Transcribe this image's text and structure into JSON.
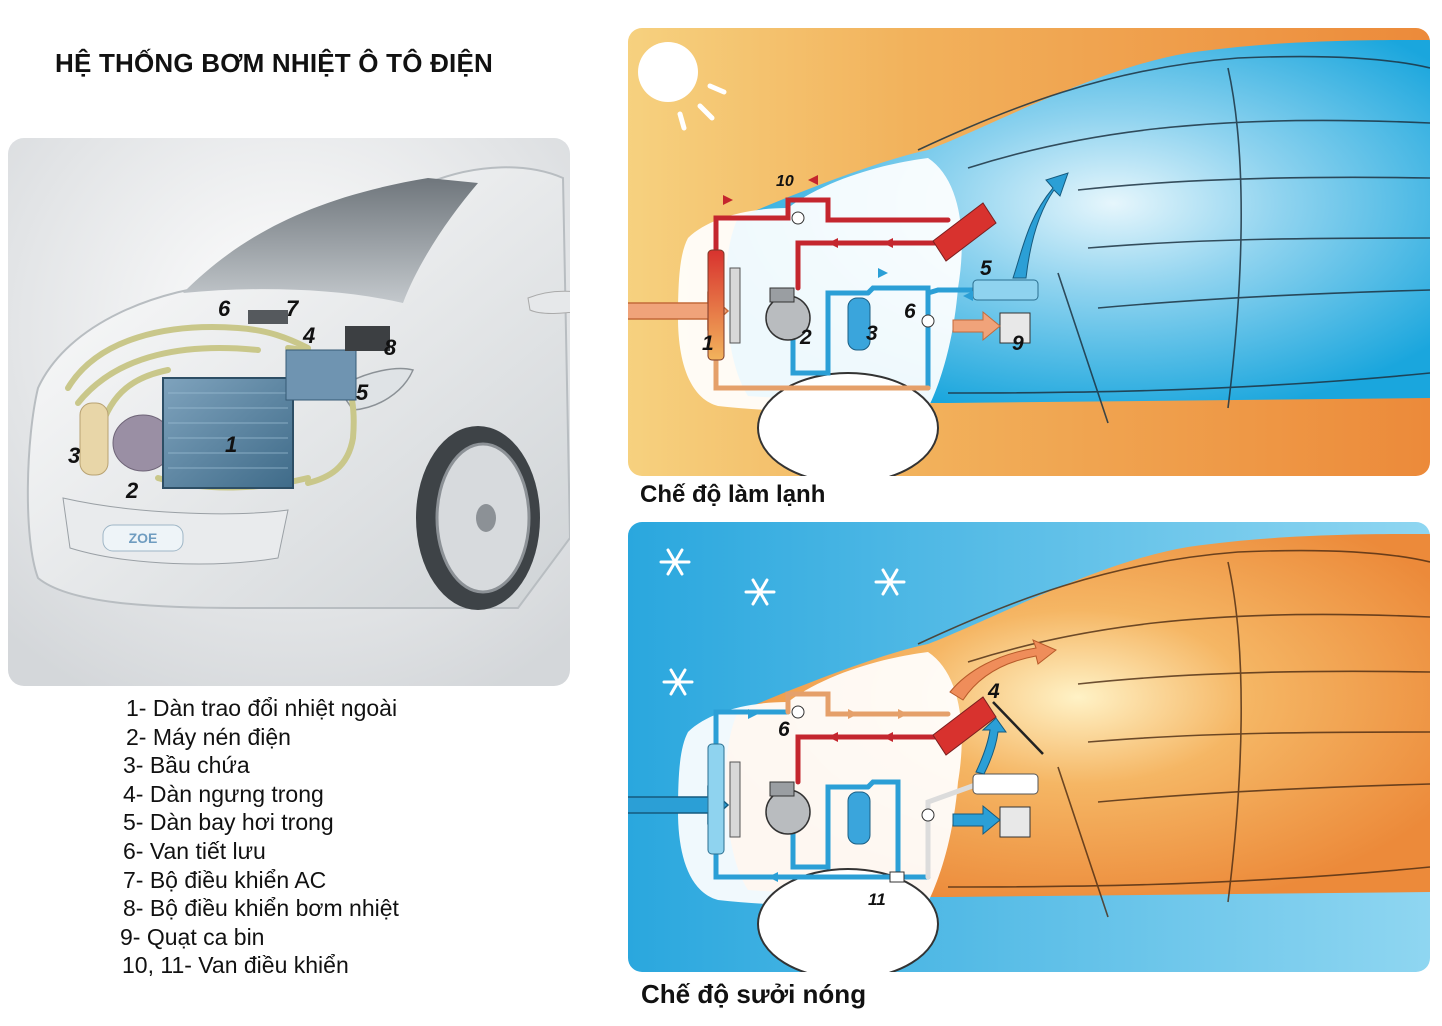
{
  "title": "HỆ THỐNG BƠM NHIỆT Ô TÔ ĐIỆN",
  "photo": {
    "badge": "ZOE",
    "numbers": [
      "1",
      "2",
      "3",
      "4",
      "5",
      "6",
      "7",
      "8"
    ]
  },
  "legend": [
    "1- Dàn trao đổi nhiệt ngoài",
    "2- Máy nén điện",
    "3- Bầu chứa",
    "4- Dàn ngưng trong",
    "5- Dàn bay hơi trong",
    "6- Van tiết lưu",
    "7- Bộ điều khiển AC",
    "8- Bộ điều khiển bơm nhiệt",
    "9- Quạt ca bin",
    "10, 11- Van điều khiển"
  ],
  "cooling": {
    "caption": "Chế độ làm lạnh",
    "labels": {
      "n10": "10",
      "n1": "1",
      "n2": "2",
      "n3": "3",
      "n6": "6",
      "n5": "5",
      "n9": "9"
    }
  },
  "heating": {
    "caption": "Chế độ sưởi nóng",
    "labels": {
      "n6": "6",
      "n4": "4",
      "n11": "11"
    }
  },
  "colors": {
    "sky_blue": "#1aa6dd",
    "orange": "#ee8a3c",
    "hot_pipe": "#c4262e",
    "cold_pipe": "#2b9fd6",
    "warm_pipe": "#e5a06a"
  }
}
